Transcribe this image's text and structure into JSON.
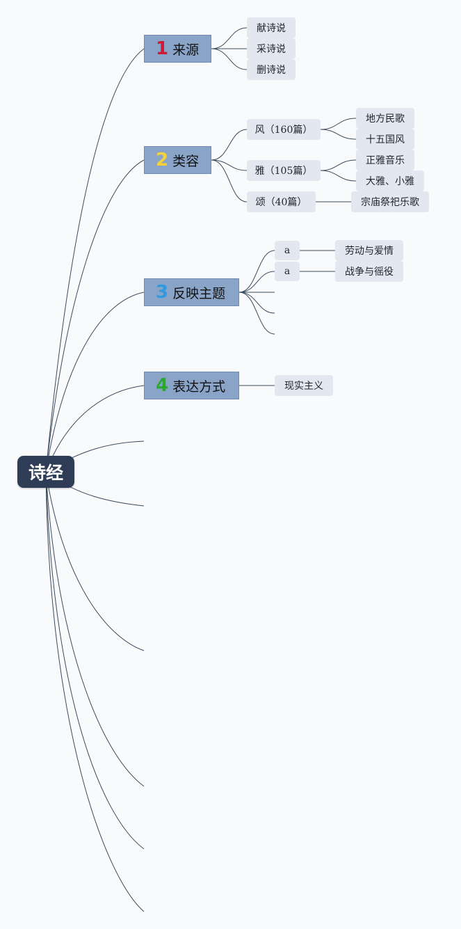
{
  "root": {
    "label": "诗经"
  },
  "topics": [
    {
      "number": "1",
      "label": "来源",
      "number_color": "#d4183a"
    },
    {
      "number": "2",
      "label": "类容",
      "number_color": "#f4d23c"
    },
    {
      "number": "3",
      "label": "反映主题",
      "number_color": "#2f9ae0"
    },
    {
      "number": "4",
      "label": "表达方式",
      "number_color": "#2aa832"
    }
  ],
  "source": {
    "items": [
      "献诗说",
      "采诗说",
      "删诗说"
    ]
  },
  "content": {
    "feng": {
      "label": "风（160篇）",
      "children": [
        "地方民歌",
        "十五国风"
      ]
    },
    "ya": {
      "label": "雅（105篇）",
      "children": [
        "正雅音乐",
        "大雅、小雅"
      ]
    },
    "song": {
      "label": "颂（40篇）",
      "children": [
        "宗庙祭祀乐歌"
      ]
    }
  },
  "themes": [
    {
      "label": "a",
      "detail": "劳动与爱情"
    },
    {
      "label": "a",
      "detail": "战争与徭役"
    }
  ],
  "expression": {
    "items": [
      "现实主义"
    ]
  },
  "colors": {
    "root_bg": "#2e3d55",
    "topic_bg": "#8aa4c8",
    "leaf_bg": "#e3e8f0",
    "line": "#3b4a5e"
  }
}
